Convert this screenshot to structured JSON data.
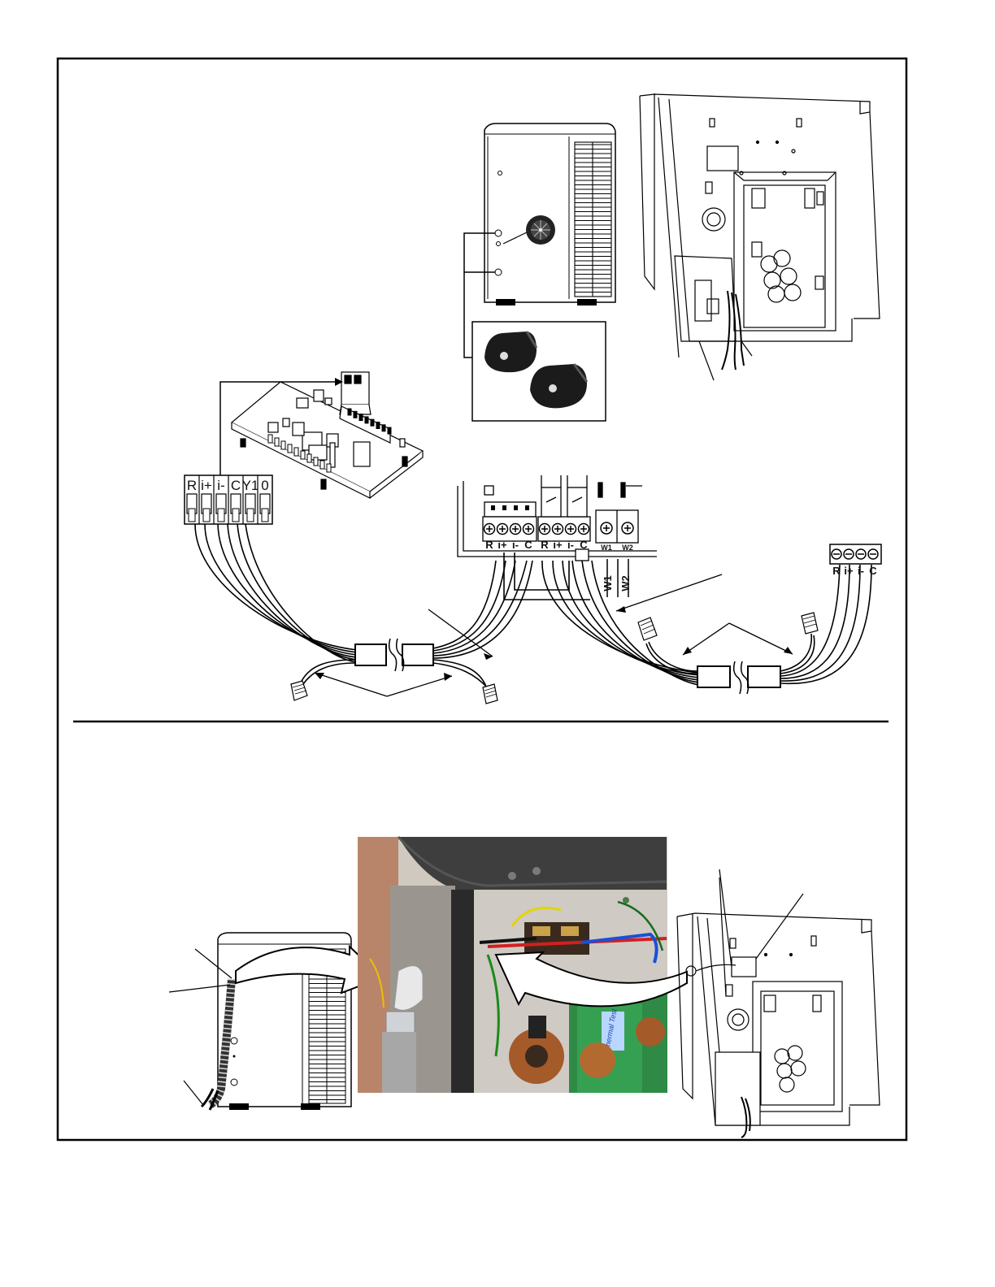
{
  "control_board_terminal_labels": [
    "R",
    "i+",
    "i-",
    "C",
    "Y1",
    "0"
  ],
  "outdoor_unit_terminal_labels": [
    "R",
    "i+",
    "i-",
    "C",
    "R",
    "i+",
    "i-",
    "C"
  ],
  "heat_terminal_labels": [
    "W1",
    "W2"
  ],
  "heat_wire_labels": [
    "W1",
    "W2"
  ],
  "indoor_terminal_labels": [
    "R",
    "i+",
    "i-",
    "C"
  ],
  "photo_handwritten_label": "Thermal Test"
}
